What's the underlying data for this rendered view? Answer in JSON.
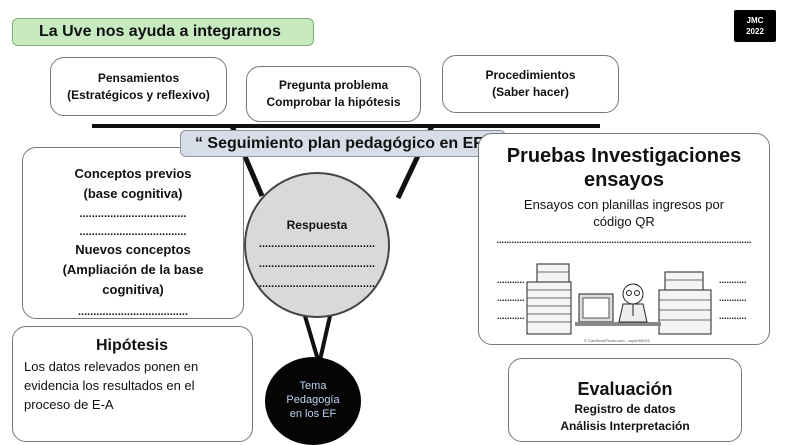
{
  "title": "La Uve nos ayuda a integrarnos",
  "badge": {
    "line1": "JMC",
    "line2": "2022"
  },
  "top_boxes": {
    "pensamientos": {
      "line1": "Pensamientos",
      "line2": "(Estratégicos y reflexivo)"
    },
    "pregunta": {
      "line1": "Pregunta problema",
      "line2": "Comprobar la hipótesis"
    },
    "procedimientos": {
      "line1": "Procedimientos",
      "line2": "(Saber hacer)"
    }
  },
  "banner": "“ Seguimiento plan pedagógico en EF”",
  "concepts": {
    "line1": "Conceptos previos",
    "line2": "(base cognitiva)",
    "dots1": "...................................",
    "dots2": "...................................",
    "line3": "Nuevos conceptos",
    "line4": "(Ampliación de la base",
    "line5": "cognitiva)",
    "dots3": "...................................."
  },
  "respuesta": {
    "label": "Respuesta",
    "dots1": "......................................",
    "dots2": "......................................",
    "dots3": "......................................"
  },
  "pruebas": {
    "title1": "Pruebas Investigaciones",
    "title2": "ensayos",
    "sub1": "Ensayos con planillas ingresos por",
    "sub2": "código QR",
    "dots_full": "......................................................................................................",
    "dots_left": "...........",
    "dots_right": "...........",
    "credit": "© CanStockPhoto.com - csp4059023"
  },
  "hipotesis": {
    "title": "Hipótesis",
    "line1": " Los datos relevados ponen en",
    "line2": "evidencia los resultados en el",
    "line3": "proceso de E-A"
  },
  "tema": {
    "line1": "Tema",
    "line2": "Pedagogía",
    "line3": "en los EF"
  },
  "evaluacion": {
    "title": "Evaluación",
    "line1": "Registro de datos",
    "line2": "Análisis Interpretación"
  }
}
